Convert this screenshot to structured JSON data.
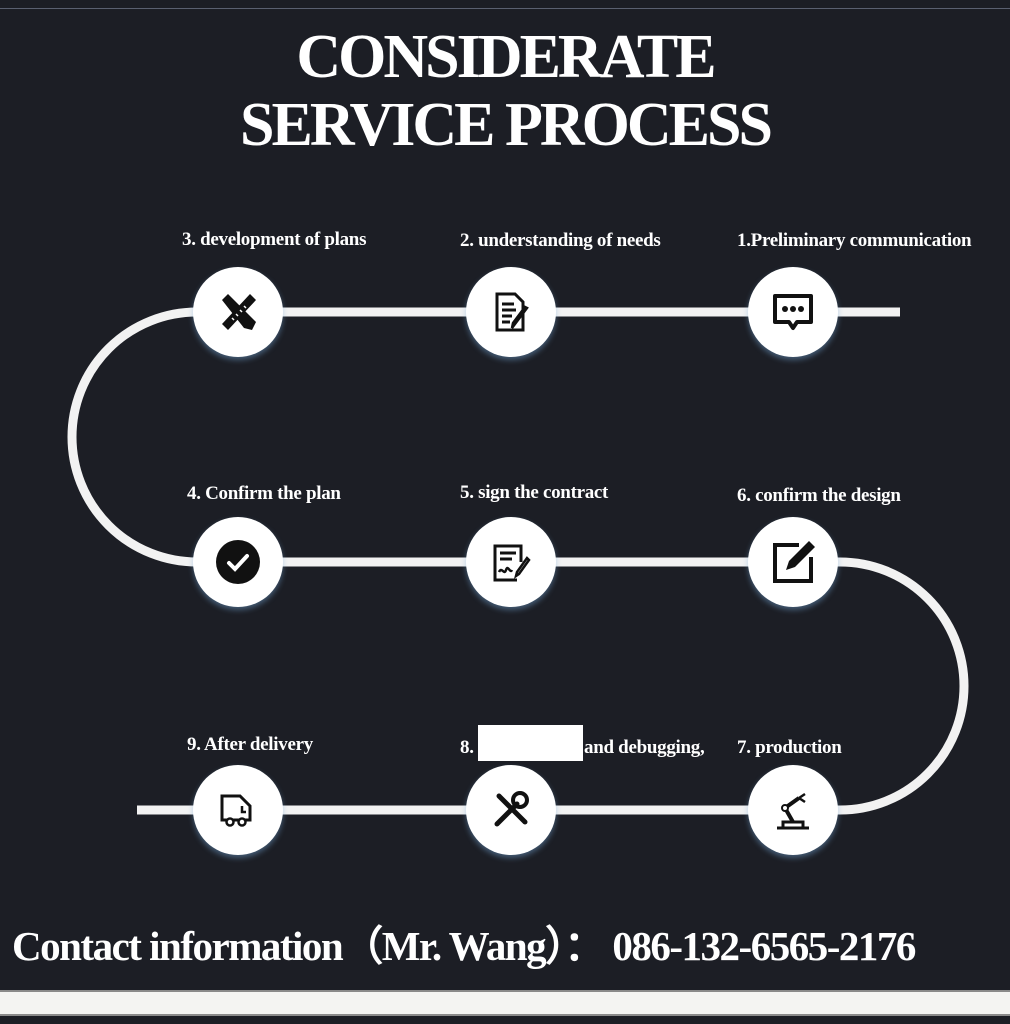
{
  "title": {
    "line1": "CONSIDERATE",
    "line2": "SERVICE PROCESS"
  },
  "steps": [
    {
      "label": "1.Preliminary communication",
      "icon": "chat-bubble-icon"
    },
    {
      "label": "2. understanding of needs",
      "icon": "document-edit-icon"
    },
    {
      "label": "3. development of plans",
      "icon": "ruler-pencil-icon"
    },
    {
      "label": "4. Confirm the plan",
      "icon": "checkmark-icon"
    },
    {
      "label": "5.  sign the contract",
      "icon": "contract-sign-icon"
    },
    {
      "label": "6.  confirm the design",
      "icon": "edit-square-icon"
    },
    {
      "label": "7.  production",
      "icon": "robot-arm-icon"
    },
    {
      "label": "8.",
      "label_after": "and debugging,",
      "icon": "tools-icon"
    },
    {
      "label": "9.  After delivery",
      "icon": "delivery-truck-icon"
    }
  ],
  "contact": "Contact information（Mr. Wang）： 086-132-6565-2176"
}
